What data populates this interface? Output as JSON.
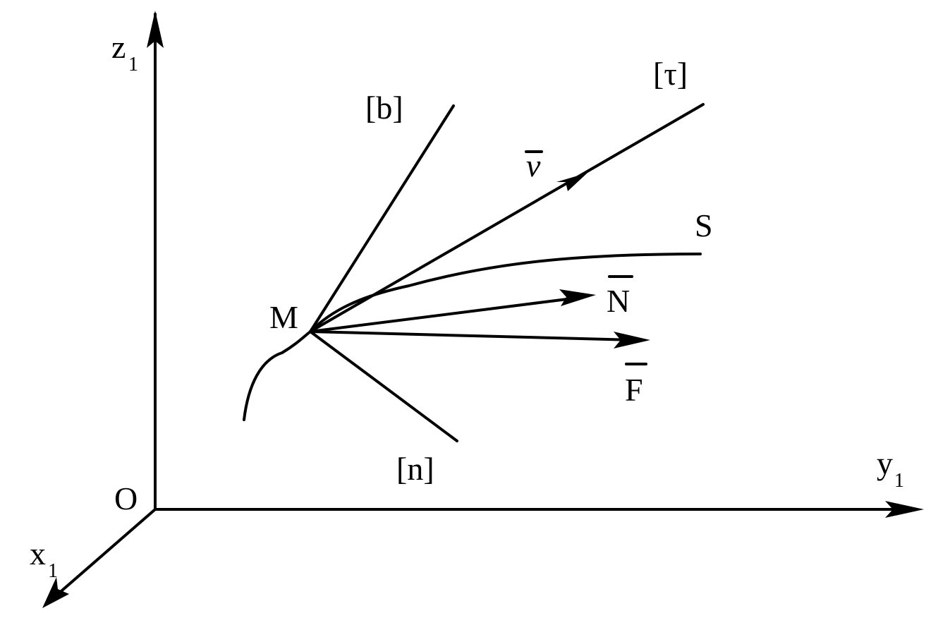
{
  "axes": {
    "origin": "O",
    "z": {
      "letter": "z",
      "sub": "1"
    },
    "y": {
      "letter": "y",
      "sub": "1"
    },
    "x": {
      "letter": "x",
      "sub": "1"
    }
  },
  "point": "M",
  "curve": "S",
  "lines": {
    "binormal": "[b]",
    "tangent": "[τ]",
    "normal": "[n]"
  },
  "vectors": {
    "velocity": "v",
    "N": "N",
    "F": "F"
  }
}
